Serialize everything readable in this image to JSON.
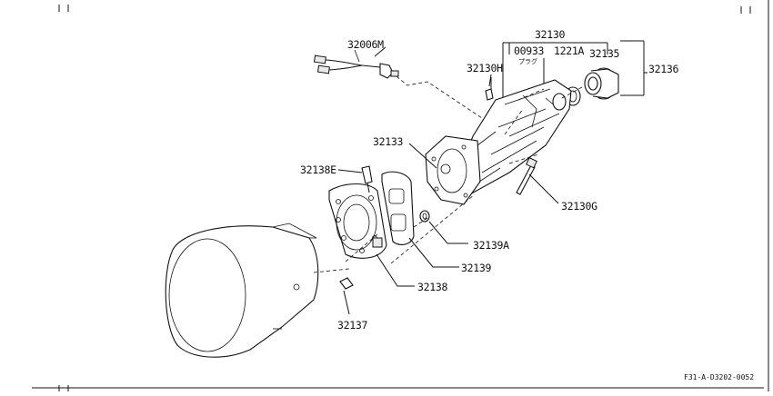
{
  "diagram": {
    "labels": {
      "p32006M": "32006M",
      "p32130": "32130",
      "p00933": "00933",
      "p1221A": "1221A",
      "p32135": "32135",
      "p32136": "32136",
      "p32130H": "32130H",
      "p32133": "32133",
      "p32138E": "32138E",
      "p32130G": "32130G",
      "p32139A": "32139A",
      "p32139": "32139",
      "p32138": "32138",
      "p32137": "32137",
      "plug_note": "プラグ"
    },
    "reference_code": "F31-A-D3202-0052"
  }
}
